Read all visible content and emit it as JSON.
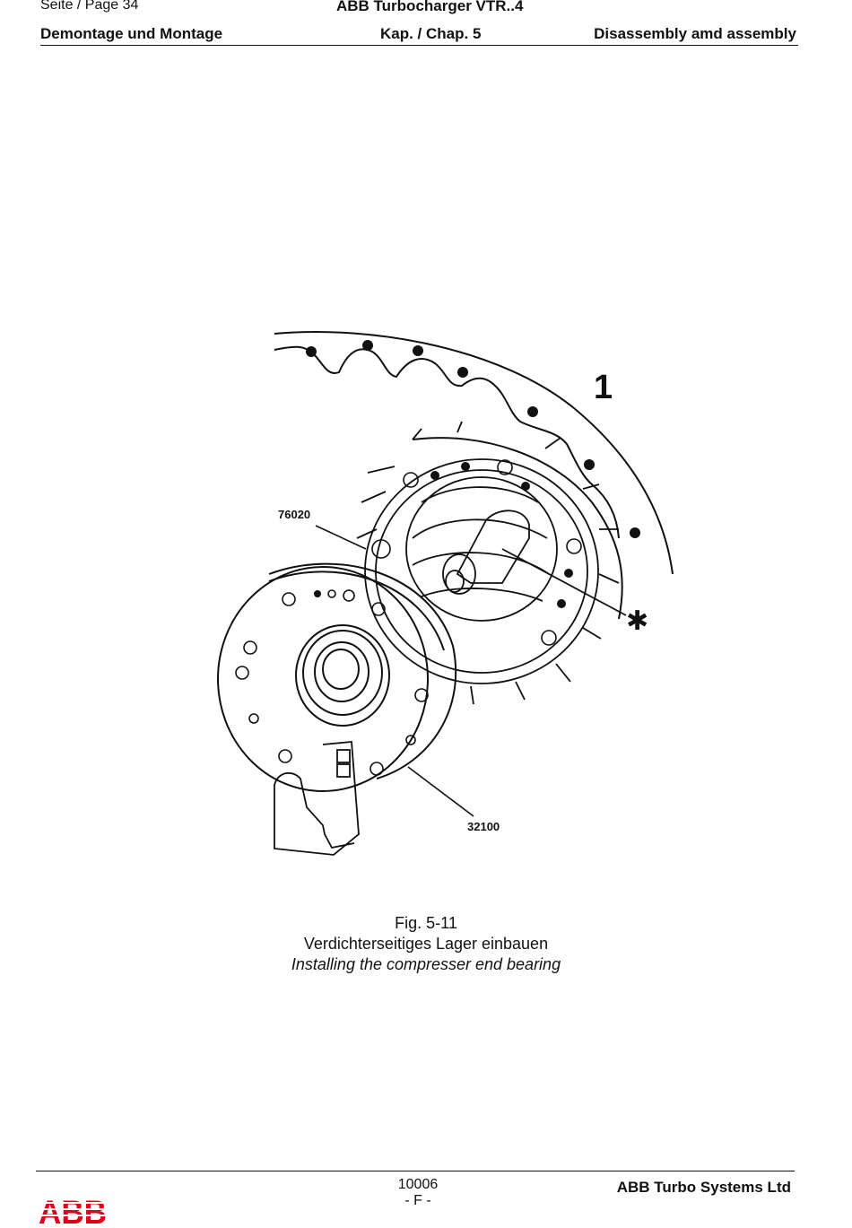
{
  "header": {
    "page_label": "Seite / Page  34",
    "doc_title": "ABB Turbocharger VTR..4",
    "section_de": "Demontage und Montage",
    "chapter": "Kap. / Chap. 5",
    "section_en": "Disassembly amd assembly"
  },
  "figure": {
    "labels": {
      "view_number": "1",
      "part_a": "76020",
      "part_b": "32100",
      "marker": "✱"
    },
    "caption": {
      "number": "Fig. 5-11",
      "title_de": "Verdichterseitiges Lager einbauen",
      "title_en": "Installing the compresser end bearing"
    }
  },
  "footer": {
    "doc_number": "10006",
    "revision": "- F -",
    "company": "ABB Turbo Systems Ltd",
    "logo_text": "ABB",
    "logo_color": "#e2001a"
  }
}
